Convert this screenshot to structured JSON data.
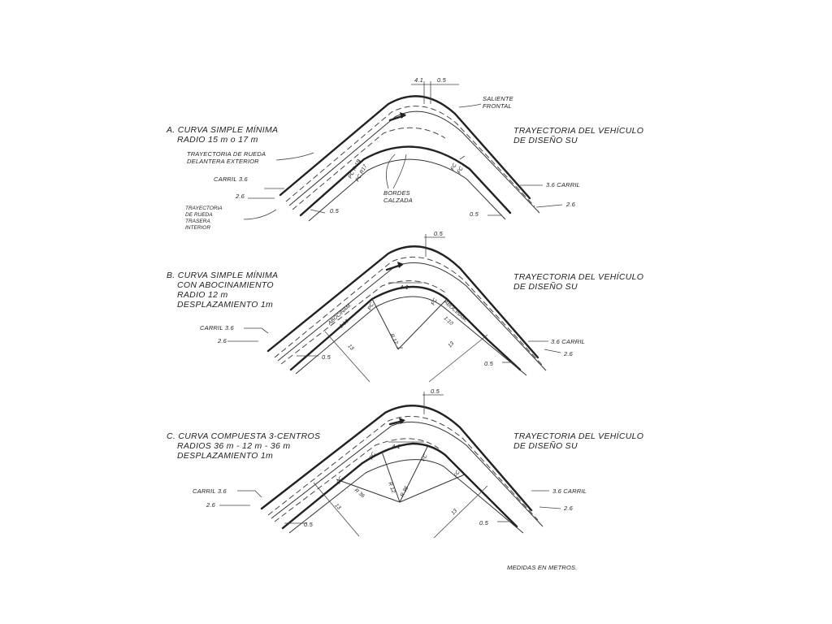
{
  "diagram_a": {
    "title_line1": "A. CURVA SIMPLE MÍNIMA",
    "title_line2": "RADIO 15 m o 17 m",
    "path_label_1": "TRAYECTORIA DEL VEHÍCULO",
    "path_label_2": "DE DISEÑO SU",
    "front_wheel_1": "TRAYECTORIA DE RUEDA",
    "front_wheel_2": "DELANTERA EXTERIOR",
    "lane_left": "CARRIL 3.6",
    "lane_right": "3.6 CARRIL",
    "offset_left": "2.6",
    "offset_right": "2.6",
    "rear_wheel_1": "TRAYECTORIA",
    "rear_wheel_2": "DE RUEDA",
    "rear_wheel_3": "TRASERA",
    "rear_wheel_4": "INTERIOR",
    "dim_05_left": "0.5",
    "dim_05_right": "0.5",
    "dim_top_41": "4.1",
    "dim_top_05": "0.5",
    "overhang_1": "SALIENTE",
    "overhang_2": "FRONTAL",
    "edges_1": "BORDES",
    "edges_2": "CALZADA",
    "pc_r15": "PC R 15",
    "pc_r17": "PC R17",
    "fc_1": "FC",
    "fc_2": "FC"
  },
  "diagram_b": {
    "title_line1": "B. CURVA SIMPLE MÍNIMA",
    "title_line2": "CON ABOCINAMIENTO",
    "title_line3": "RADIO 12 m",
    "title_line4": "DESPLAZAMIENTO 1m",
    "path_label_1": "TRAYECTORIA DEL VEHÍCULO",
    "path_label_2": "DE DISEÑO SU",
    "lane_left": "CARRIL 3.6",
    "lane_right": "3.6 CARRIL",
    "offset_left": "2.6",
    "offset_right": "2.6",
    "dim_05_left": "0.5",
    "dim_05_right": "0.5",
    "dim_top_05": "0.5",
    "dim_41": "4.1",
    "taper_left": "ABOCINAM.",
    "taper_left_ratio": "1:10",
    "taper_right": "ABOCINAM.",
    "taper_right_ratio": "1:10",
    "pc": "PC",
    "fc": "FC",
    "radius": "R 12",
    "dim_13_left": "13",
    "dim_13_right": "13"
  },
  "diagram_c": {
    "title_line1": "C. CURVA COMPUESTA 3-CENTROS",
    "title_line2": "RADIOS 36 m - 12 m - 36 m",
    "title_line3": "DESPLAZAMIENTO 1m",
    "path_label_1": "TRAYECTORIA DEL VEHÍCULO",
    "path_label_2": "DE DISEÑO SU",
    "lane_left": "CARRIL 3.6",
    "lane_right": "3.6 CARRIL",
    "offset_left": "2.6",
    "offset_right": "2.6",
    "dim_05_left": "0.5",
    "dim_05_right": "0.5",
    "dim_top_05": "0.5",
    "dim_41": "4.1",
    "pc_1": "PC",
    "pc_2": "PC",
    "fc_1": "FC",
    "fc_2": "FC",
    "r36_left": "R 36",
    "r12": "R 12",
    "r36_right": "R 36",
    "dim_13_left": "13",
    "dim_13_right": "13"
  },
  "footer": {
    "units_note": "MEDIDAS EN METROS."
  }
}
